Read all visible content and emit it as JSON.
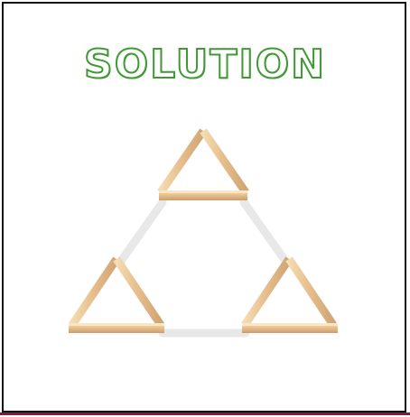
{
  "title": "SOLUTION",
  "colors": {
    "title": "#3f9a34",
    "stick_light": "#f2d6a8",
    "stick_mid": "#e2b987",
    "stick_dark": "#caa071",
    "ghost_stick": "#e6e6e6",
    "border": "#111111",
    "bottom_rule": "#7b1f3f"
  },
  "puzzle": {
    "description_tiles": 3,
    "triangles": [
      "top",
      "left",
      "right"
    ],
    "removed_sticks": [
      "left-side",
      "right-side",
      "bottom-side"
    ]
  }
}
